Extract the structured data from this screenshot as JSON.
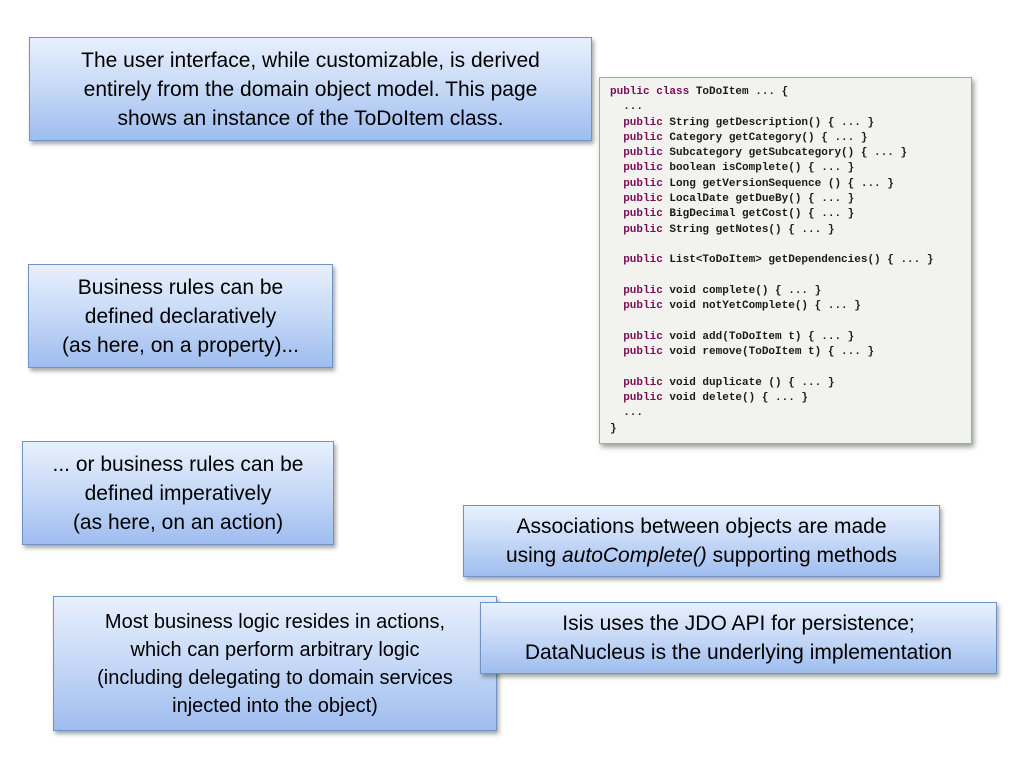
{
  "callouts": {
    "domain_model": {
      "lines": [
        "The user interface, while customizable, is derived",
        "entirely from the domain object model.  This page",
        "shows an instance of the ToDoItem class."
      ]
    },
    "declarative_rules": {
      "lines": [
        "Business rules can be",
        "defined declaratively",
        "(as here, on a property)..."
      ]
    },
    "imperative_rules": {
      "lines": [
        "... or business rules can be",
        "defined imperatively",
        "(as here, on an action)"
      ]
    },
    "associations": {
      "line1": "Associations between objects are made",
      "line2_prefix": "using ",
      "line2_emphasis": "autoComplete()",
      "line2_suffix": " supporting methods"
    },
    "business_logic": {
      "lines": [
        "Most business logic resides in actions,",
        "which can perform arbitrary logic",
        "(including delegating to domain services",
        "injected into the object)"
      ]
    },
    "persistence": {
      "lines": [
        "Isis uses the JDO API for persistence;",
        "DataNucleus is the underlying implementation"
      ]
    }
  },
  "code": {
    "keyword_color": "#7a0c55",
    "lines": [
      {
        "indent": "",
        "kw": "public class",
        "rest": " ToDoItem ... {"
      },
      {
        "indent": "  ",
        "kw": "",
        "rest": "..."
      },
      {
        "indent": "  ",
        "kw": "public",
        "rest": " String getDescription() { ... }"
      },
      {
        "indent": "  ",
        "kw": "public",
        "rest": " Category getCategory() { ... }"
      },
      {
        "indent": "  ",
        "kw": "public",
        "rest": " Subcategory getSubcategory() { ... }"
      },
      {
        "indent": "  ",
        "kw": "public",
        "rest": " boolean isComplete() { ... }"
      },
      {
        "indent": "  ",
        "kw": "public",
        "rest": " Long getVersionSequence () { ... }"
      },
      {
        "indent": "  ",
        "kw": "public",
        "rest": " LocalDate getDueBy() { ... }"
      },
      {
        "indent": "  ",
        "kw": "public",
        "rest": " BigDecimal getCost() { ... }"
      },
      {
        "indent": "  ",
        "kw": "public",
        "rest": " String getNotes() { ... }"
      },
      {
        "indent": "",
        "kw": "",
        "rest": ""
      },
      {
        "indent": "  ",
        "kw": "public",
        "rest": " List<ToDoItem> getDependencies() { ... }"
      },
      {
        "indent": "",
        "kw": "",
        "rest": ""
      },
      {
        "indent": "  ",
        "kw": "public",
        "rest": " void complete() { ... }"
      },
      {
        "indent": "  ",
        "kw": "public",
        "rest": " void notYetComplete() { ... }"
      },
      {
        "indent": "",
        "kw": "",
        "rest": ""
      },
      {
        "indent": "  ",
        "kw": "public",
        "rest": " void add(ToDoItem t) { ... }"
      },
      {
        "indent": "  ",
        "kw": "public",
        "rest": " void remove(ToDoItem t) { ... }"
      },
      {
        "indent": "",
        "kw": "",
        "rest": ""
      },
      {
        "indent": "  ",
        "kw": "public",
        "rest": " void duplicate () { ... }"
      },
      {
        "indent": "  ",
        "kw": "public",
        "rest": " void delete() { ... }"
      },
      {
        "indent": "  ",
        "kw": "",
        "rest": "..."
      },
      {
        "indent": "",
        "kw": "",
        "rest": "}"
      }
    ]
  }
}
